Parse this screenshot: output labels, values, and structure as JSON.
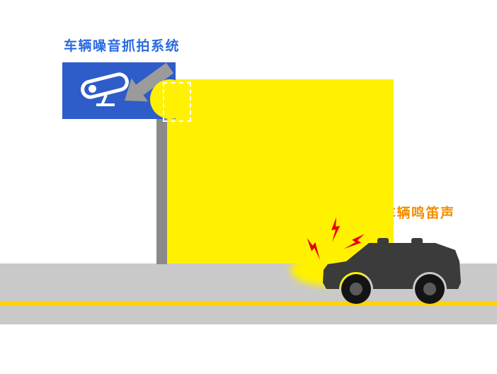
{
  "diagram": {
    "camera_system_label": "车辆噪音抓拍系统",
    "honk_label": "车辆鸣笛声"
  },
  "icons": {
    "camera_icon": "surveillance-camera",
    "arrow_icon": "gray-arrow-pointing-down-left-at-camera",
    "honk_spark_icon": "red-lightning-sparks",
    "car_icon": "dark-suv-silhouette-facing-left",
    "capture_zone": "dashed-capture-box",
    "sound_source": "yellow-sound-source-circle"
  },
  "colors": {
    "background": "#ffffff",
    "label_blue": "#2a6be0",
    "sign_blue": "#2e5cc8",
    "field_yellow": "#fff100",
    "road_gray": "#c9c9c9",
    "road_line_yellow": "#ffd400",
    "pole_gray": "#8a8a8a",
    "arrow_gray": "#9b9b9b",
    "camera_white": "#ffffff",
    "dash_white": "#ffffff",
    "car_dark": "#3b3b3b",
    "wheel_black": "#141414",
    "hub_gray": "#5a5a5a",
    "spark_red": "#e60012",
    "honk_orange": "#f18d00"
  }
}
